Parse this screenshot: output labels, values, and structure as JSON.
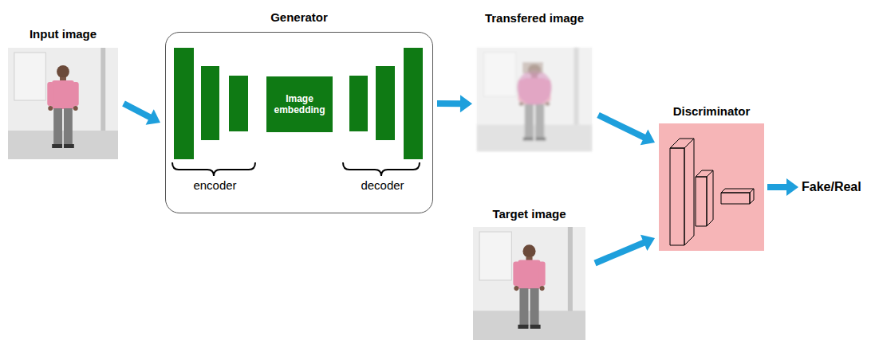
{
  "diagram": {
    "nodes": [
      {
        "text": [
          "Input image"
        ]
      },
      {
        "text": [
          "Generator",
          "encoder",
          "decoder"
        ]
      },
      {
        "text": [
          "Image embedding"
        ],
        "in": 1
      },
      {
        "text": [
          "Transfered image"
        ]
      },
      {
        "text": [
          "Target image"
        ]
      },
      {
        "text": [
          "Discriminator"
        ]
      }
    ],
    "edges": [
      {
        "from": 0,
        "to": 1,
        "arrow": "to"
      },
      {
        "from": 1,
        "to": 3,
        "arrow": "to"
      },
      {
        "from": 3,
        "to": 5,
        "arrow": "to"
      },
      {
        "from": 4,
        "to": 5,
        "arrow": "to"
      }
    ],
    "labels": [
      "Fake/Real"
    ]
  }
}
